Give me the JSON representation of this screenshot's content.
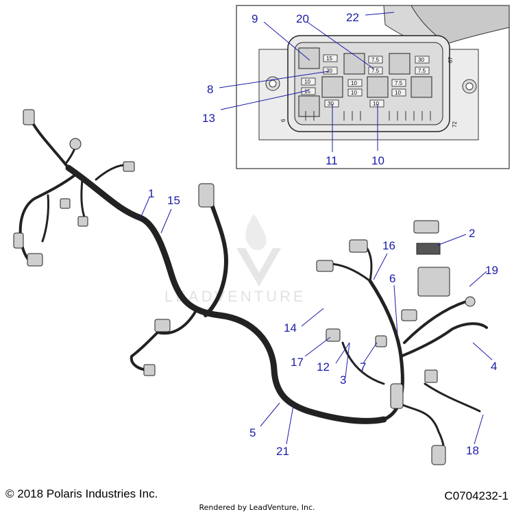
{
  "watermark": "LEADVENTURE",
  "footer": {
    "copyright": "© 2018 Polaris Industries Inc.",
    "part_number": "C0704232-1",
    "rendered_by": "Rendered by LeadVenture, Inc."
  },
  "fuse_box": {
    "side_marks": [
      "67",
      "72",
      "6"
    ],
    "fuse_ratings": [
      "15",
      "20",
      "10",
      "15",
      "30",
      "7.5",
      "7.5",
      "30",
      "7.5",
      "10",
      "10",
      "7.5",
      "10",
      "10"
    ]
  },
  "callouts": [
    "9",
    "20",
    "22",
    "8",
    "13",
    "11",
    "10",
    "1",
    "15",
    "2",
    "16",
    "6",
    "19",
    "14",
    "17",
    "12",
    "7",
    "3",
    "4",
    "5",
    "21",
    "18"
  ]
}
